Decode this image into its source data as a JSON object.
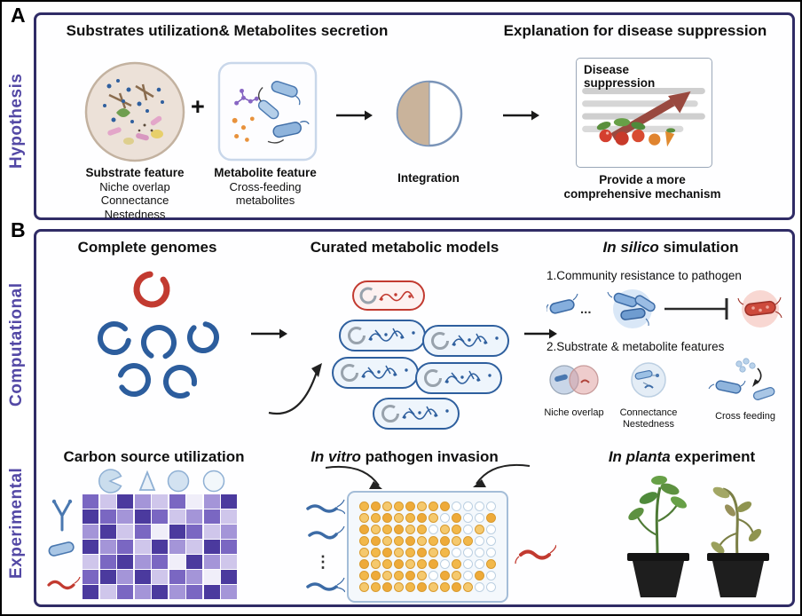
{
  "panelA": {
    "tag": "A",
    "side_label": "Hypothesis",
    "title_left": "Substrates utilization& Metabolites secretion",
    "title_right": "Explanation for disease suppression",
    "substrate_label": "Substrate feature",
    "substrate_lines": [
      "Niche overlap",
      "Connectance",
      "Nestedness"
    ],
    "plus": "+",
    "metabolite_label": "Metabolite feature",
    "metabolite_lines": [
      "Cross-feeding",
      "metabolites"
    ],
    "integration_label": "Integration",
    "disease_label": "Disease suppression",
    "caption_line1": "Provide a more",
    "caption_line2": "comprehensive mechanism"
  },
  "panelB": {
    "tag": "B",
    "side_label_computational": "Computational",
    "side_label_experimental": "Experimental",
    "genomes_title": "Complete genomes",
    "models_title": "Curated metabolic models",
    "insilico_italic": "In silico",
    "insilico_rest": " simulation",
    "resistance_item": "1.Community resistance to pathogen",
    "features_item": "2.Substrate & metabolite features",
    "niche_label": "Niche overlap",
    "connectance_label": "Connectance",
    "nestedness_label": "Nestedness",
    "crossfeeding_label": "Cross feeding",
    "carbon_title": "Carbon source utilization",
    "invitro_italic": "In vitro",
    "invitro_rest": " pathogen invasion",
    "inplanta_italic": "In planta",
    "inplanta_rest": " experiment",
    "ellipsis": "...",
    "vdots": "⋮"
  },
  "heatmap": {
    "rows": 7,
    "cols": 9,
    "palette": [
      "#f0eef9",
      "#cfc6eb",
      "#a495d8",
      "#7a67c2",
      "#4b3a9e"
    ],
    "values": [
      [
        3,
        1,
        4,
        2,
        1,
        3,
        0,
        2,
        4
      ],
      [
        4,
        3,
        2,
        4,
        3,
        1,
        2,
        3,
        1
      ],
      [
        2,
        4,
        1,
        3,
        0,
        4,
        3,
        1,
        2
      ],
      [
        4,
        2,
        3,
        1,
        4,
        2,
        1,
        4,
        3
      ],
      [
        1,
        3,
        4,
        2,
        3,
        0,
        4,
        2,
        1
      ],
      [
        3,
        4,
        2,
        4,
        1,
        3,
        2,
        0,
        4
      ],
      [
        4,
        1,
        3,
        2,
        4,
        2,
        3,
        4,
        2
      ]
    ]
  },
  "plate": {
    "rows": 8,
    "cols": 12,
    "filled_shades": [
      "#f2b84a",
      "#eeaa39",
      "#f5c96e"
    ],
    "empty_color": "#ffffff"
  },
  "colors": {
    "panel_border": "#302c66",
    "side_label": "#5348a5",
    "accent_red": "#c23a30",
    "accent_blue": "#2e5f9e",
    "integration_fill": "#c9b39b"
  }
}
